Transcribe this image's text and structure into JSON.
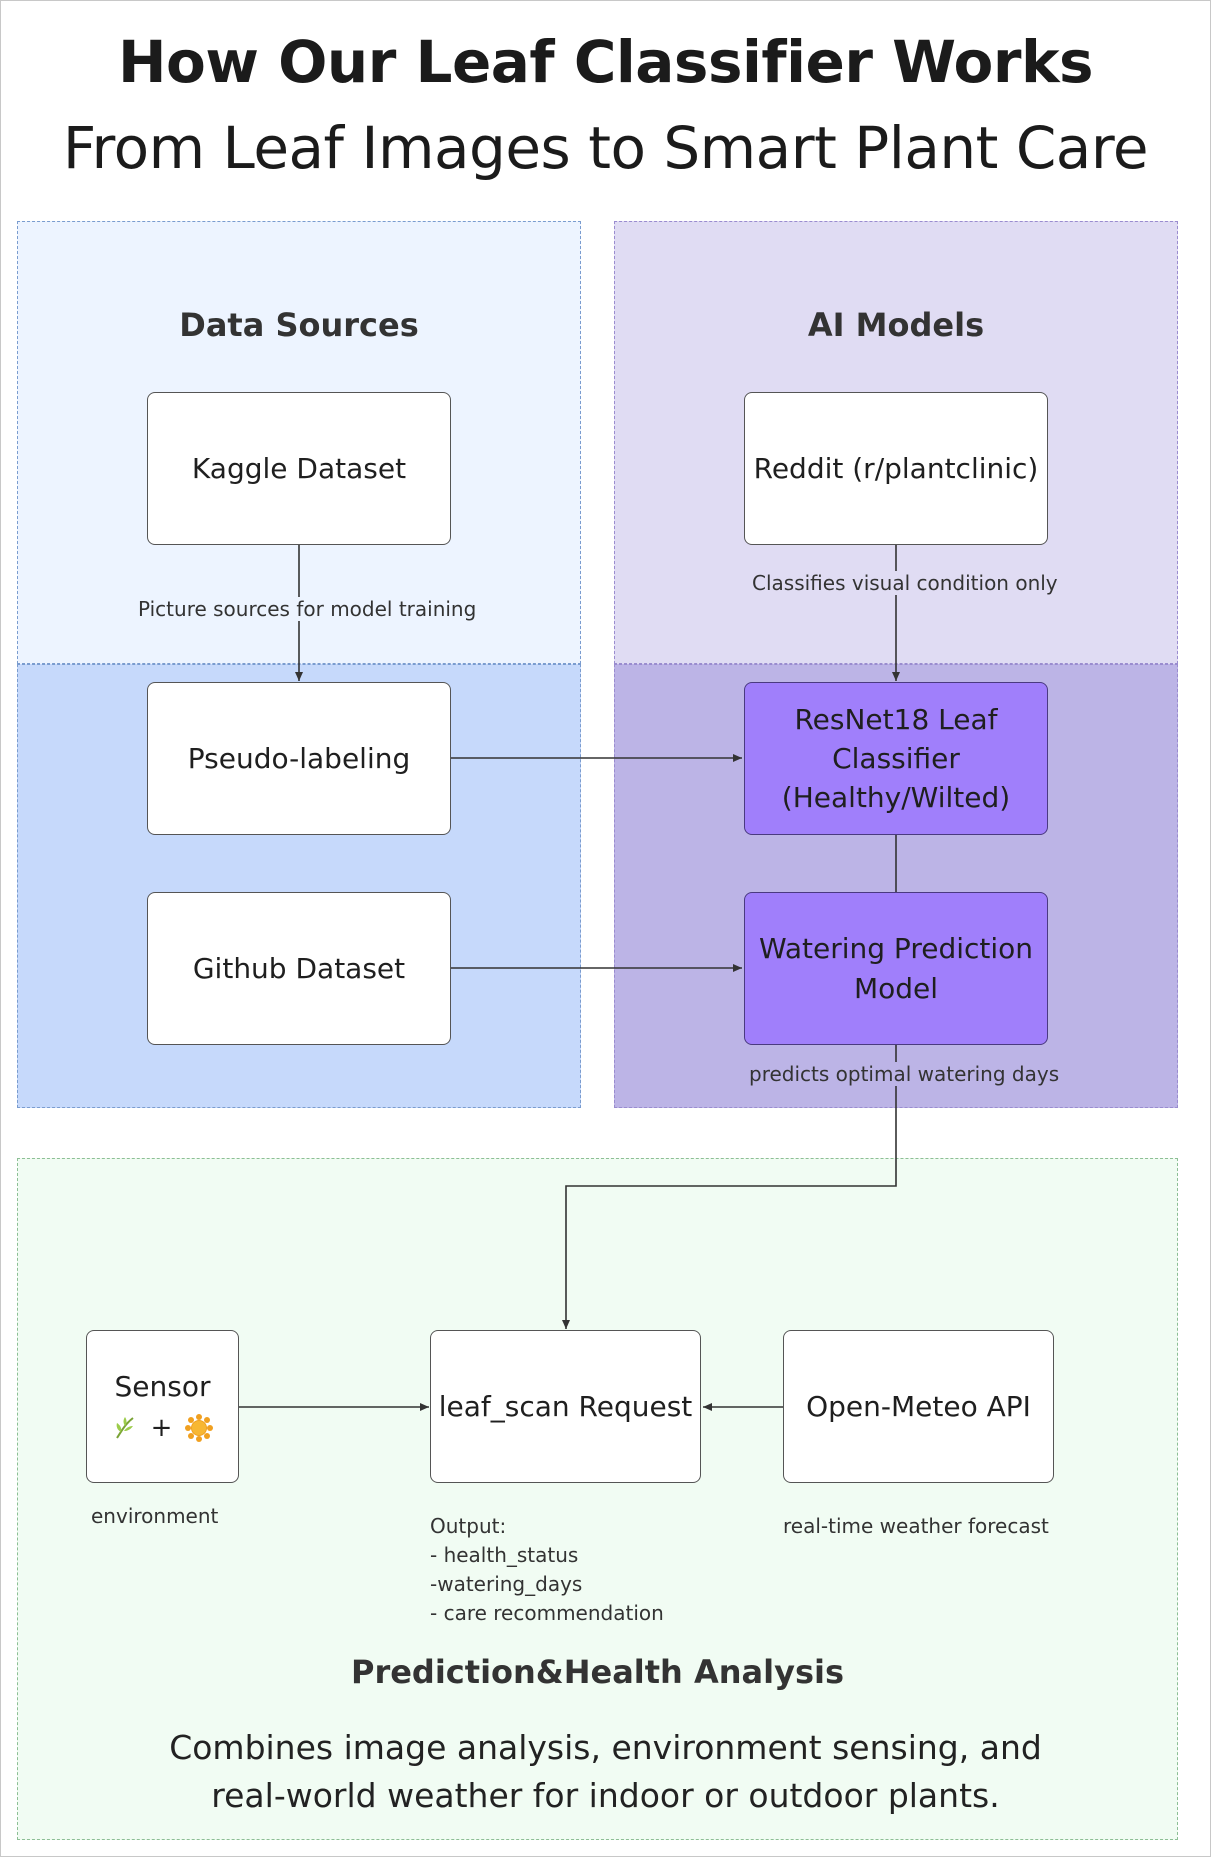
{
  "header": {
    "title": "How Our Leaf Classifier Works",
    "subtitle": "From Leaf Images to Smart Plant Care"
  },
  "zones": {
    "data_sources": "Data Sources",
    "ai_models": "AI Models",
    "analysis": "Prediction&Health Analysis"
  },
  "nodes": {
    "kaggle": "Kaggle Dataset",
    "pseudo": "Pseudo-labeling",
    "github": "Github Dataset",
    "reddit": "Reddit (r/plantclinic)",
    "resnet": "ResNet18 Leaf\nClassifier\n(Healthy/Wilted)",
    "watering": "Watering Prediction\nModel",
    "sensor_label": "Sensor",
    "sensor_plus": "+",
    "leaf_scan": "leaf_scan Request",
    "meteo": "Open-Meteo API"
  },
  "edge_labels": {
    "kaggle_to_pseudo": "Picture sources for model training",
    "reddit_to_resnet": "Classifies visual condition only",
    "watering_to_leafscan": "predicts optimal watering days"
  },
  "notes": {
    "sensor": "environment",
    "meteo": "real-time weather forecast",
    "output": [
      "Output:",
      "- health_status",
      "-watering_days",
      "- care recommendation"
    ]
  },
  "description": [
    "Combines image analysis, environment sensing, and",
    "real-world weather for indoor or outdoor plants."
  ],
  "icons": {
    "sensor": [
      "leaf-icon",
      "sun-icon"
    ]
  },
  "colors": {
    "data_sources_top": "#edf4ff",
    "data_sources_bottom": "#c6d9fb",
    "ai_models_top": "#e0dcf3",
    "ai_models_bottom": "#bcb4e6",
    "analysis_bg": "#f1fcf3",
    "ai_node": "#a07ffb"
  }
}
